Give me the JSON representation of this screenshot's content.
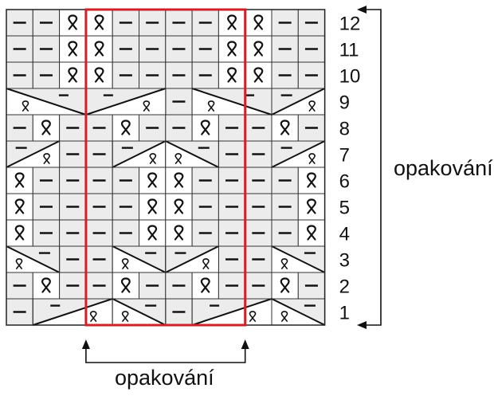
{
  "chart": {
    "rows": [
      [
        "p",
        "p",
        "x",
        "x",
        "p",
        "p",
        "p",
        "p",
        "x",
        "x",
        "p",
        "p"
      ],
      [
        "p",
        "p",
        "x",
        "x",
        "p",
        "p",
        "p",
        "p",
        "x",
        "x",
        "p",
        "p"
      ],
      [
        "p",
        "p",
        "x",
        "x",
        "p",
        "p",
        "p",
        "p",
        "x",
        "x",
        "p",
        "p"
      ],
      [
        "cR",
        "cR",
        "cR",
        "cL",
        "cL",
        "cL",
        "p",
        "cR",
        "cR",
        "cR",
        "cL",
        "cL"
      ],
      [
        "p",
        "x",
        "p",
        "p",
        "x",
        "p",
        "p",
        "x",
        "p",
        "p",
        "x",
        "p"
      ],
      [
        "cL",
        "cL",
        "p",
        "p",
        "cL",
        "cL",
        "cR",
        "cR",
        "p",
        "p",
        "cL",
        "cL"
      ],
      [
        "x",
        "p",
        "p",
        "p",
        "p",
        "x",
        "x",
        "p",
        "p",
        "p",
        "p",
        "x"
      ],
      [
        "x",
        "p",
        "p",
        "p",
        "p",
        "x",
        "x",
        "p",
        "p",
        "p",
        "p",
        "x"
      ],
      [
        "x",
        "p",
        "p",
        "p",
        "p",
        "x",
        "x",
        "p",
        "p",
        "p",
        "p",
        "x"
      ],
      [
        "cR",
        "cR",
        "p",
        "p",
        "cR",
        "cR",
        "cL",
        "cL",
        "p",
        "p",
        "cR",
        "cR"
      ],
      [
        "p",
        "x",
        "p",
        "p",
        "x",
        "p",
        "p",
        "x",
        "p",
        "p",
        "x",
        "p"
      ],
      [
        "p",
        "cL",
        "cL",
        "cL",
        "cR",
        "cR",
        "p",
        "cL",
        "cL",
        "cL",
        "cR",
        "cR"
      ]
    ],
    "row_numbers": [
      "12",
      "11",
      "10",
      "9",
      "8",
      "7",
      "6",
      "5",
      "4",
      "3",
      "2",
      "1"
    ],
    "repeat_rows_label": "opakování",
    "repeat_cols_label": "opakování",
    "repeat_box_color": "#d0202a",
    "symbols": {
      "p": "minus-sign",
      "x": "twisted-loop-sign"
    }
  }
}
